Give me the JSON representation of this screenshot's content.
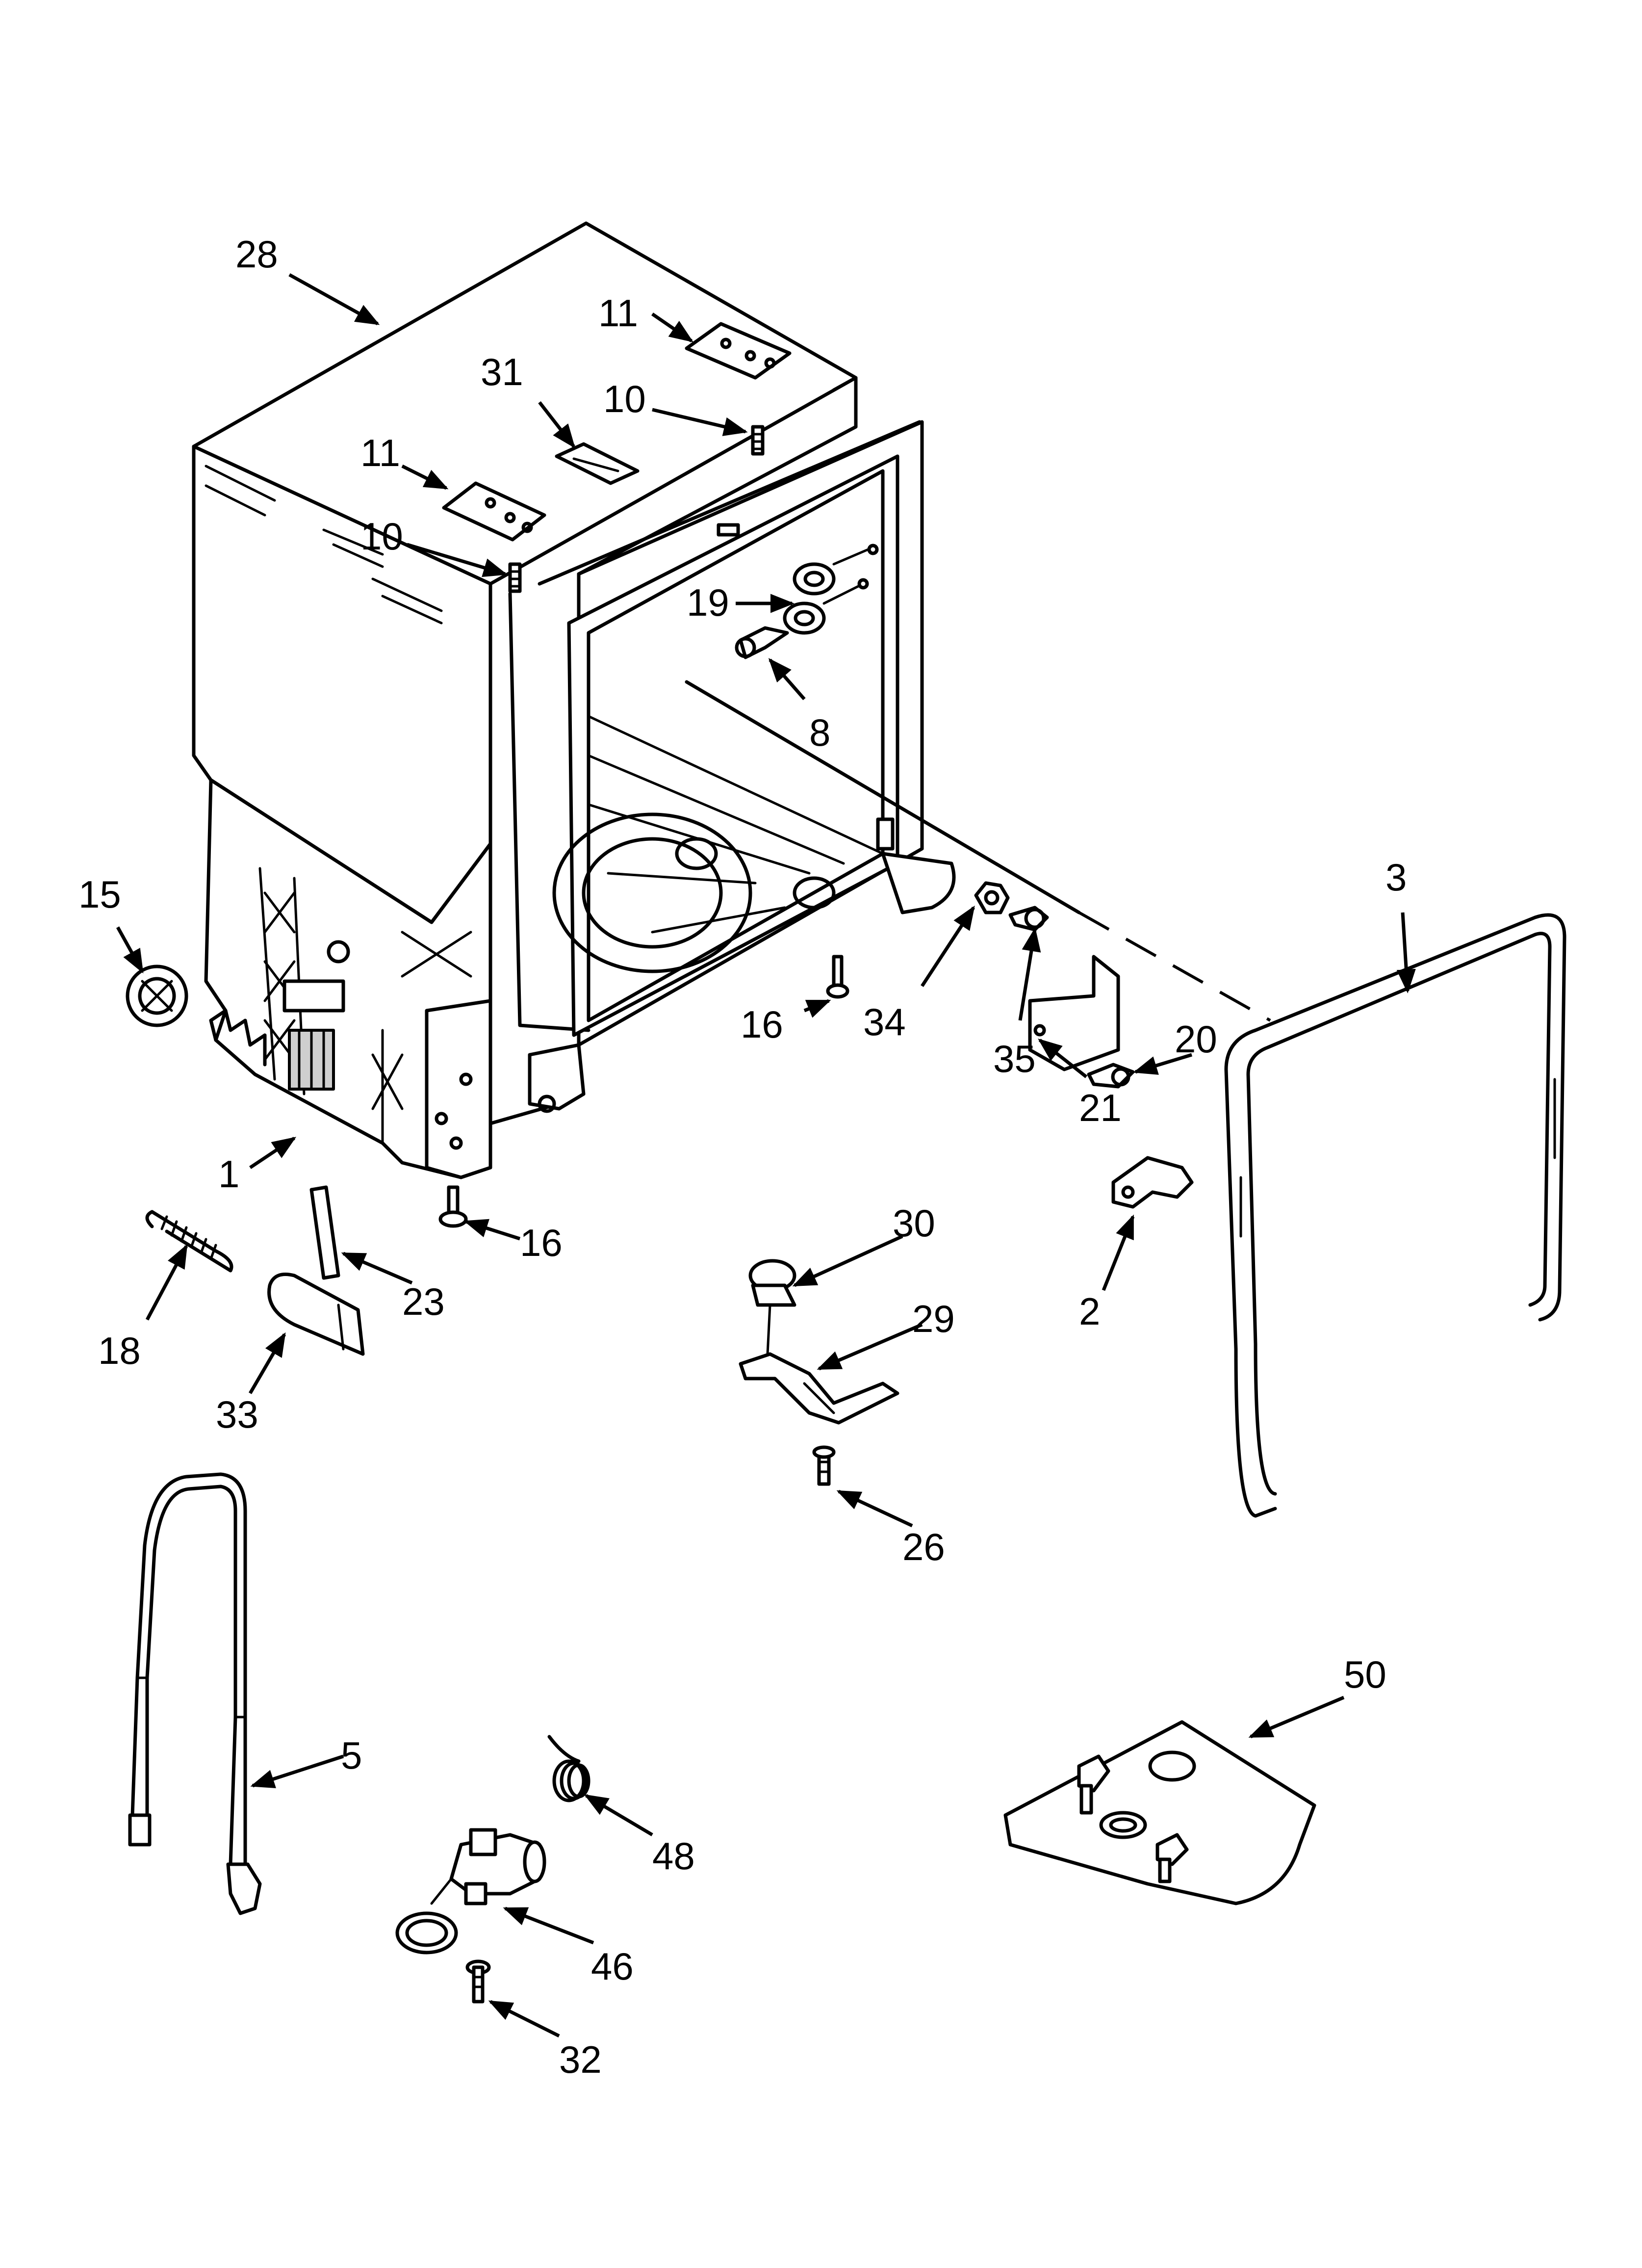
{
  "diagram": {
    "callouts": [
      {
        "id": "c28",
        "label": "28"
      },
      {
        "id": "c11a",
        "label": "11"
      },
      {
        "id": "c31",
        "label": "31"
      },
      {
        "id": "c10a",
        "label": "10"
      },
      {
        "id": "c11b",
        "label": "11"
      },
      {
        "id": "c10b",
        "label": "10"
      },
      {
        "id": "c19",
        "label": "19"
      },
      {
        "id": "c8",
        "label": "8"
      },
      {
        "id": "c3",
        "label": "3"
      },
      {
        "id": "c15",
        "label": "15"
      },
      {
        "id": "c16a",
        "label": "16"
      },
      {
        "id": "c34",
        "label": "34"
      },
      {
        "id": "c35",
        "label": "35"
      },
      {
        "id": "c20",
        "label": "20"
      },
      {
        "id": "c21",
        "label": "21"
      },
      {
        "id": "c1",
        "label": "1"
      },
      {
        "id": "c16b",
        "label": "16"
      },
      {
        "id": "c30",
        "label": "30"
      },
      {
        "id": "c2",
        "label": "2"
      },
      {
        "id": "c23",
        "label": "23"
      },
      {
        "id": "c18",
        "label": "18"
      },
      {
        "id": "c29",
        "label": "29"
      },
      {
        "id": "c33",
        "label": "33"
      },
      {
        "id": "c26",
        "label": "26"
      },
      {
        "id": "c50",
        "label": "50"
      },
      {
        "id": "c5",
        "label": "5"
      },
      {
        "id": "c48",
        "label": "48"
      },
      {
        "id": "c46",
        "label": "46"
      },
      {
        "id": "c32",
        "label": "32"
      }
    ]
  }
}
